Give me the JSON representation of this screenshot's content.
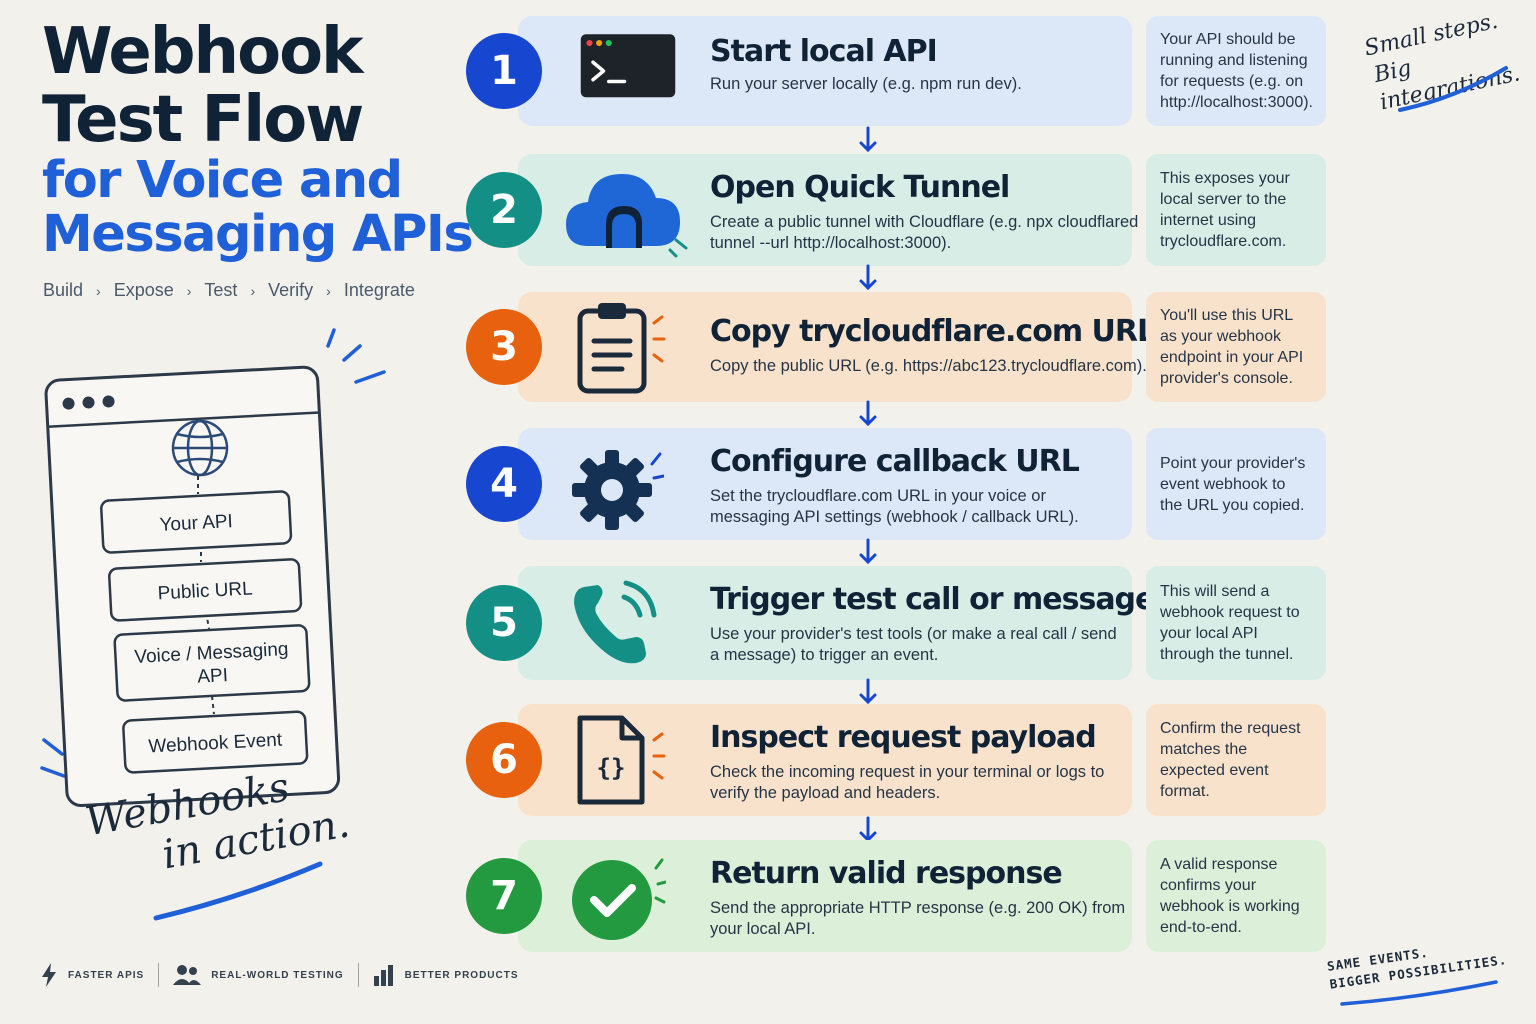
{
  "title": {
    "line1": "Webhook",
    "line2": "Test Flow",
    "line3": "for Voice and",
    "line4": "Messaging APIs"
  },
  "breadcrumb": [
    "Build",
    "Expose",
    "Test",
    "Verify",
    "Integrate"
  ],
  "diagram": {
    "boxes": [
      "Your API",
      "Public URL",
      "Voice / Messaging\nAPI",
      "Webhook Event"
    ],
    "box_line1": "Voice / Messaging",
    "box_line2": "API"
  },
  "handwriting": {
    "left_line1": "Webhooks",
    "left_line2": "in action.",
    "top_line1": "Small steps.",
    "top_line2": "Big integrations.",
    "bottom_line1": "SAME EVENTS.",
    "bottom_line2": "BIGGER POSSIBILITIES."
  },
  "footer": {
    "item1": "FASTER APIS",
    "item2": "REAL-WORLD TESTING",
    "item3": "BETTER PRODUCTS"
  },
  "steps": [
    {
      "number": "1",
      "title": "Start local API",
      "description": "Run your server locally (e.g. npm run dev).",
      "note": "Your API should be running and listening for requests (e.g. on http://localhost:3000).",
      "icon": "terminal-icon",
      "color": "#1746d1"
    },
    {
      "number": "2",
      "title": "Open Quick Tunnel",
      "description": "Create a public tunnel with Cloudflare (e.g. npx cloudflared tunnel --url http://localhost:3000).",
      "note": "This exposes your local server to the internet using trycloudflare.com.",
      "icon": "cloud-tunnel-icon",
      "color": "#148f85"
    },
    {
      "number": "3",
      "title": "Copy trycloudflare.com URL",
      "description": "Copy the public URL (e.g. https://abc123.trycloudflare.com).",
      "note": "You'll use this URL as your webhook endpoint in your API provider's console.",
      "icon": "clipboard-icon",
      "color": "#e8610e"
    },
    {
      "number": "4",
      "title": "Configure callback URL",
      "description": "Set the trycloudflare.com URL in your voice or messaging API settings (webhook / callback URL).",
      "note": "Point your provider's event webhook to the URL you copied.",
      "icon": "gear-icon",
      "color": "#1746d1"
    },
    {
      "number": "5",
      "title": "Trigger test call or message",
      "description": "Use your provider's test tools (or make a real call / send a message) to trigger an event.",
      "note": "This will send a webhook request to your local API through the tunnel.",
      "icon": "phone-icon",
      "color": "#148f85"
    },
    {
      "number": "6",
      "title": "Inspect request payload",
      "description": "Check the incoming request in your terminal or logs to verify the payload and headers.",
      "note": "Confirm the request matches the expected event format.",
      "icon": "code-file-icon",
      "color": "#e8610e"
    },
    {
      "number": "7",
      "title": "Return valid response",
      "description": "Send the appropriate HTTP response (e.g. 200 OK) from your local API.",
      "note": "A valid response confirms your webhook is working end-to-end.",
      "icon": "check-circle-icon",
      "color": "#239a3f"
    }
  ]
}
